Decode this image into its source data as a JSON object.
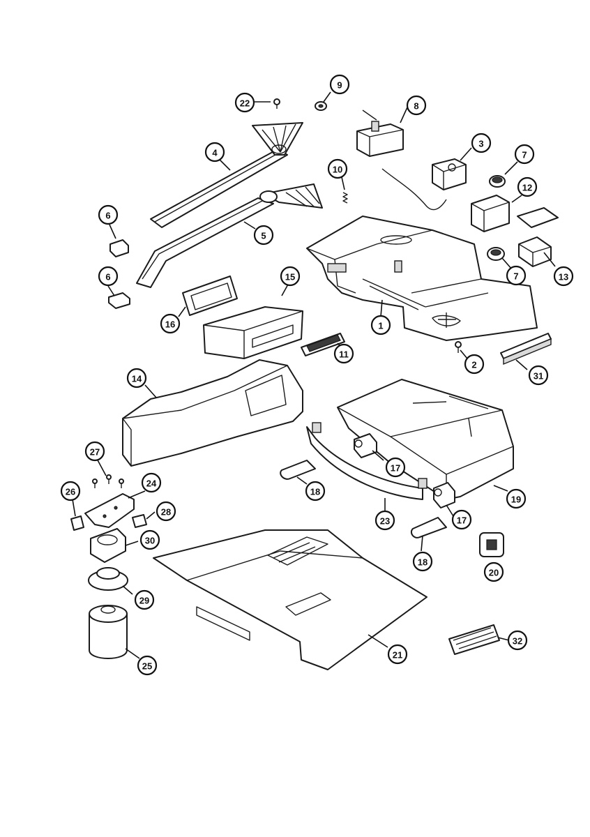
{
  "callouts": [
    {
      "label": "1"
    },
    {
      "label": "2"
    },
    {
      "label": "3"
    },
    {
      "label": "4"
    },
    {
      "label": "5"
    },
    {
      "label": "6"
    },
    {
      "label": "6"
    },
    {
      "label": "7"
    },
    {
      "label": "7"
    },
    {
      "label": "8"
    },
    {
      "label": "9"
    },
    {
      "label": "10"
    },
    {
      "label": "11"
    },
    {
      "label": "12"
    },
    {
      "label": "13"
    },
    {
      "label": "14"
    },
    {
      "label": "15"
    },
    {
      "label": "16"
    },
    {
      "label": "17"
    },
    {
      "label": "17"
    },
    {
      "label": "18"
    },
    {
      "label": "18"
    },
    {
      "label": "19"
    },
    {
      "label": "20"
    },
    {
      "label": "21"
    },
    {
      "label": "22"
    },
    {
      "label": "23"
    },
    {
      "label": "24"
    },
    {
      "label": "25"
    },
    {
      "label": "26"
    },
    {
      "label": "27"
    },
    {
      "label": "28"
    },
    {
      "label": "29"
    },
    {
      "label": "30"
    },
    {
      "label": "31"
    },
    {
      "label": "32"
    }
  ]
}
